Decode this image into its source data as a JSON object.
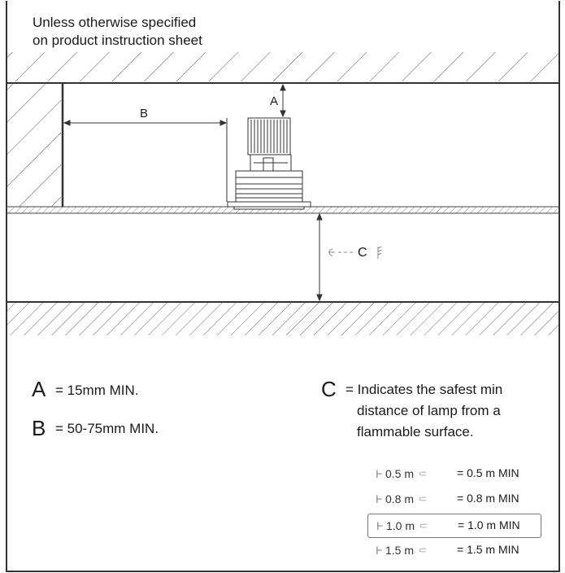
{
  "header": {
    "line1": "Unless otherwise specified",
    "line2": "on product instruction sheet"
  },
  "dimensions": {
    "a_label": "A",
    "b_label": "B",
    "c_label": "C"
  },
  "legend": {
    "a": {
      "letter": "A",
      "text": "= 15mm MIN."
    },
    "b": {
      "letter": "B",
      "text": "= 50-75mm MIN."
    },
    "c": {
      "letter": "C",
      "line1": "= Indicates the safest min",
      "line2": "distance of lamp from a",
      "line3": "flammable surface."
    }
  },
  "distance_table": [
    {
      "distance": "0.5 m",
      "min": "= 0.5 m MIN",
      "highlighted": false
    },
    {
      "distance": "0.8 m",
      "min": "= 0.8 m MIN",
      "highlighted": false
    },
    {
      "distance": "1.0 m",
      "min": "= 1.0 m MIN",
      "highlighted": true
    },
    {
      "distance": "1.5 m",
      "min": "= 1.5 m MIN",
      "highlighted": false
    }
  ],
  "colors": {
    "line": "#333333",
    "hatch": "#555555",
    "highlight_border": "#777777"
  }
}
